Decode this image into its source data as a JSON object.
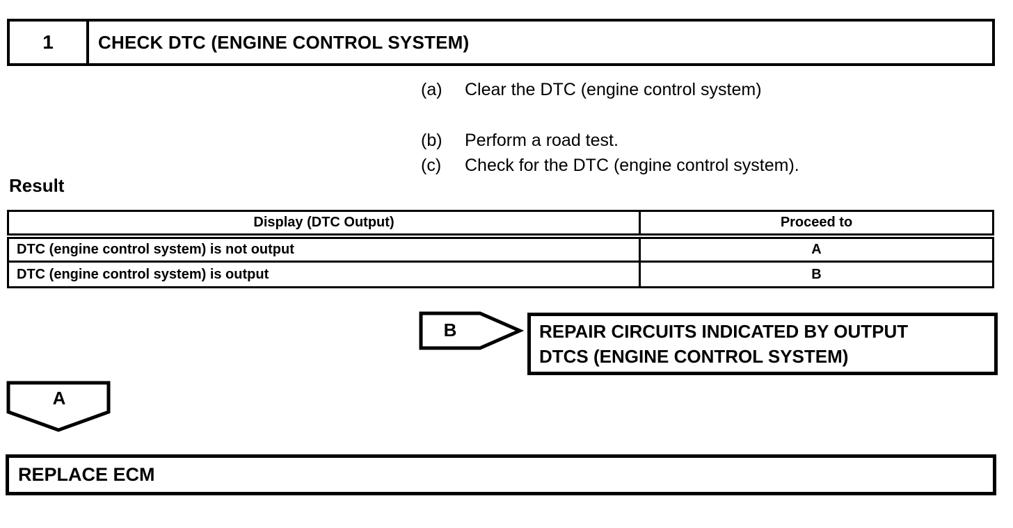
{
  "header": {
    "step_number": "1",
    "title": "CHECK DTC (ENGINE CONTROL SYSTEM)"
  },
  "instructions": [
    {
      "label": "(a)",
      "text": "Clear the DTC (engine control system)"
    },
    {
      "label": "(b)",
      "text": "Perform a road test."
    },
    {
      "label": "(c)",
      "text": "Check for the DTC (engine control system)."
    }
  ],
  "result": {
    "heading": "Result",
    "table": {
      "col_display": "Display (DTC Output)",
      "col_proceed": "Proceed to",
      "rows": [
        {
          "display": "DTC (engine control system) is not output",
          "proceed_to": "A"
        },
        {
          "display": "DTC (engine control system) is output",
          "proceed_to": "B"
        }
      ]
    }
  },
  "branches": {
    "b": {
      "label": "B",
      "action_lines": [
        "REPAIR CIRCUITS INDICATED BY OUTPUT",
        "DTCS (ENGINE CONTROL SYSTEM)"
      ]
    },
    "a": {
      "label": "A",
      "action": "REPLACE ECM"
    }
  },
  "colors": {
    "ink": "#000000",
    "paper": "#ffffff"
  }
}
